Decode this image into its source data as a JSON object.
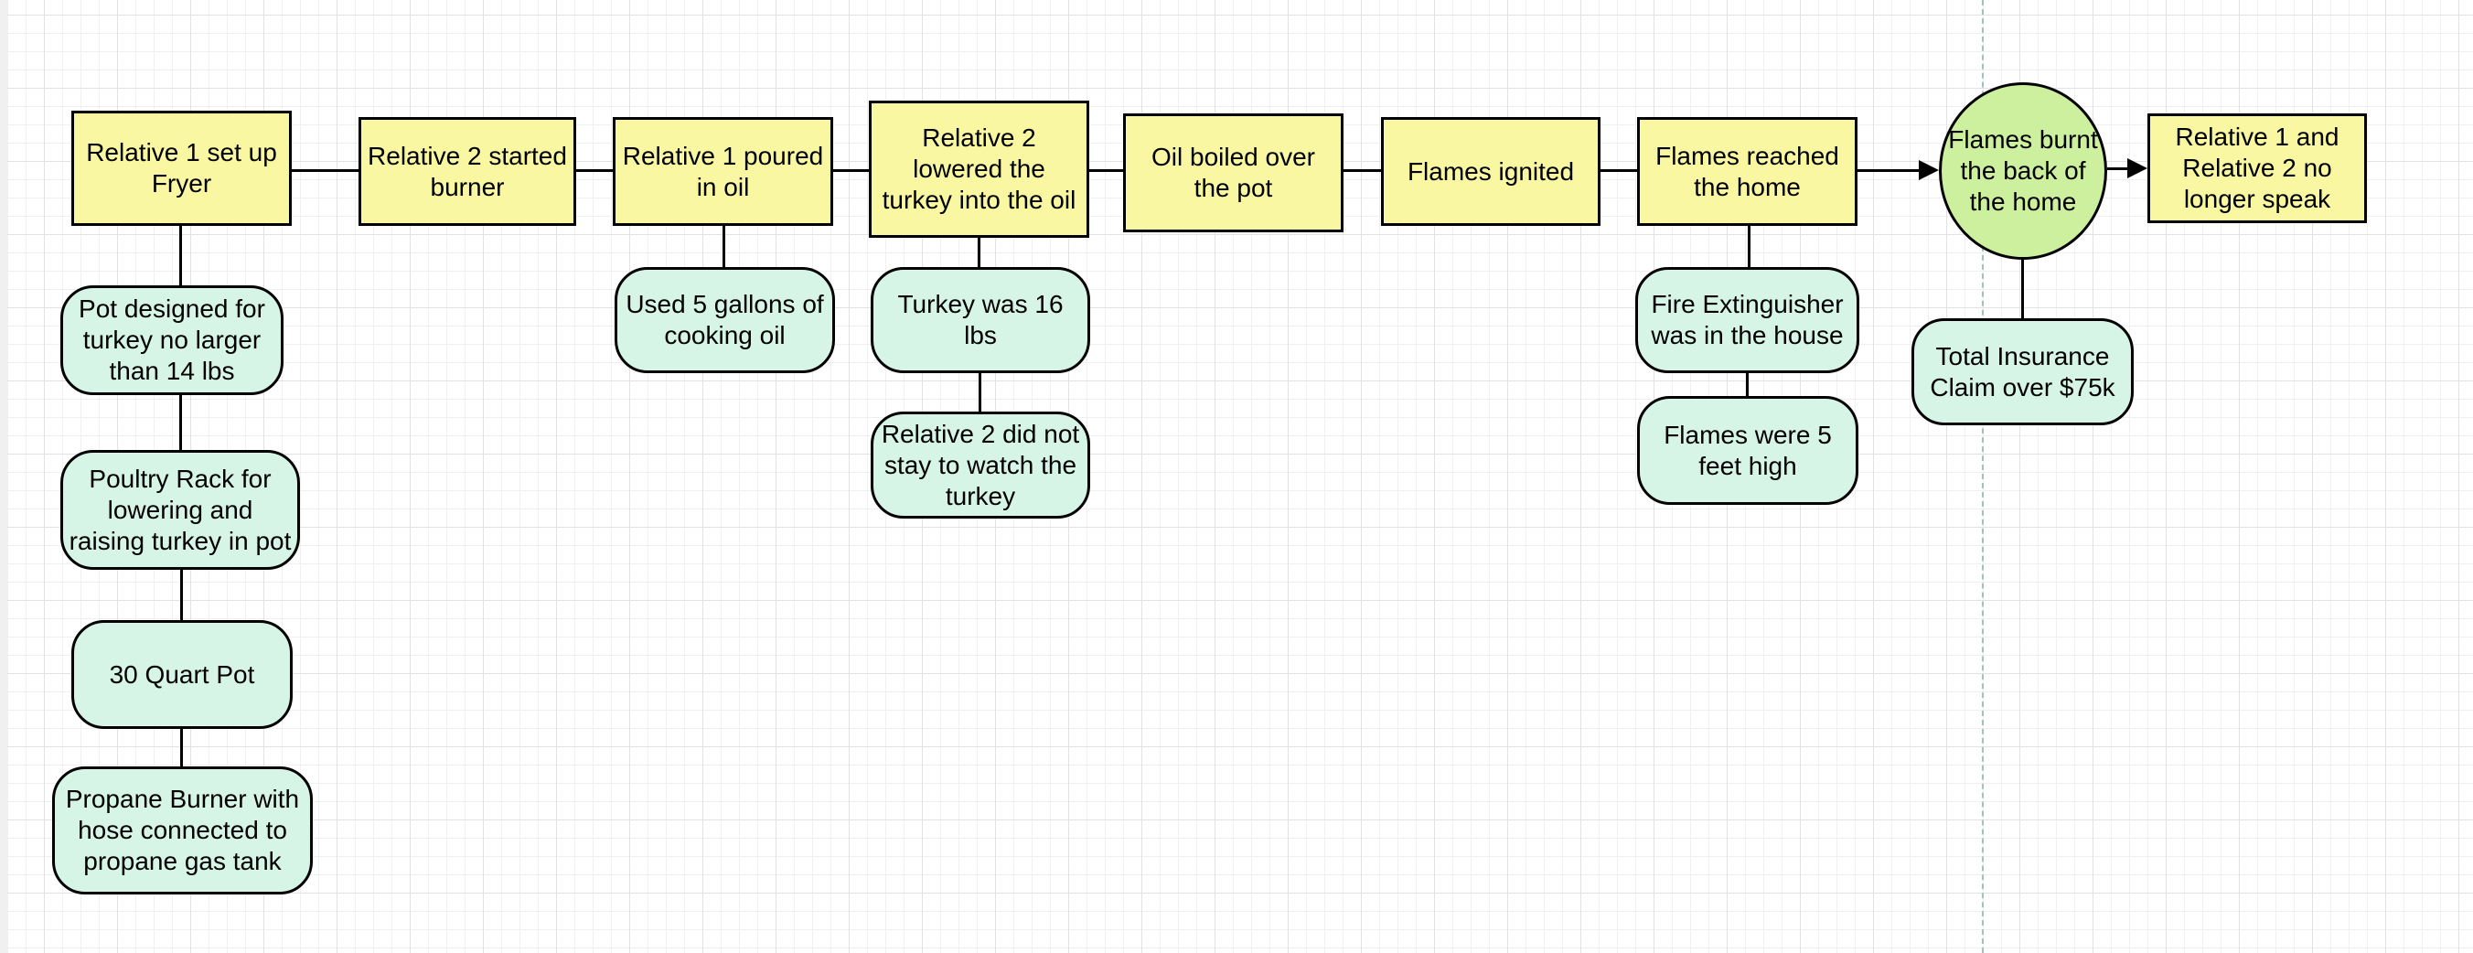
{
  "colors": {
    "event_fill": "#f9f7a2",
    "detail_fill": "#d6f5e6",
    "outcome_fill": "#cdf09f",
    "shape_border": "#000000",
    "page_guide_line": "#9fc2bb"
  },
  "flow": [
    {
      "label": "Relative 1 set up Fryer",
      "shape": "rectangle"
    },
    {
      "label": "Relative 2 started burner",
      "shape": "rectangle"
    },
    {
      "label": "Relative 1 poured in oil",
      "shape": "rectangle"
    },
    {
      "label": "Relative 2 lowered the turkey into the oil",
      "shape": "rectangle"
    },
    {
      "label": "Oil boiled over the pot",
      "shape": "rectangle"
    },
    {
      "label": "Flames ignited",
      "shape": "rectangle"
    },
    {
      "label": "Flames reached the home",
      "shape": "rectangle"
    },
    {
      "label": "Flames burnt the back of the home",
      "shape": "ellipse"
    },
    {
      "label": "Relative 1 and Relative 2 no longer speak",
      "shape": "rectangle"
    }
  ],
  "details": {
    "fryer_setup": [
      {
        "label": "Pot designed for turkey no larger than 14 lbs"
      },
      {
        "label": "Poultry Rack for lowering and raising turkey in pot"
      },
      {
        "label": "30 Quart Pot"
      },
      {
        "label": "Propane Burner with hose connected to propane gas tank"
      }
    ],
    "oil": [
      {
        "label": "Used 5 gallons of cooking oil"
      }
    ],
    "turkey": [
      {
        "label": "Turkey was 16 lbs"
      },
      {
        "label": "Relative 2 did not stay to watch the turkey"
      }
    ],
    "flames": [
      {
        "label": "Fire Extinguisher was in the house"
      },
      {
        "label": "Flames were 5 feet high"
      }
    ],
    "outcome": [
      {
        "label": "Total Insurance Claim over $75k"
      }
    ]
  }
}
